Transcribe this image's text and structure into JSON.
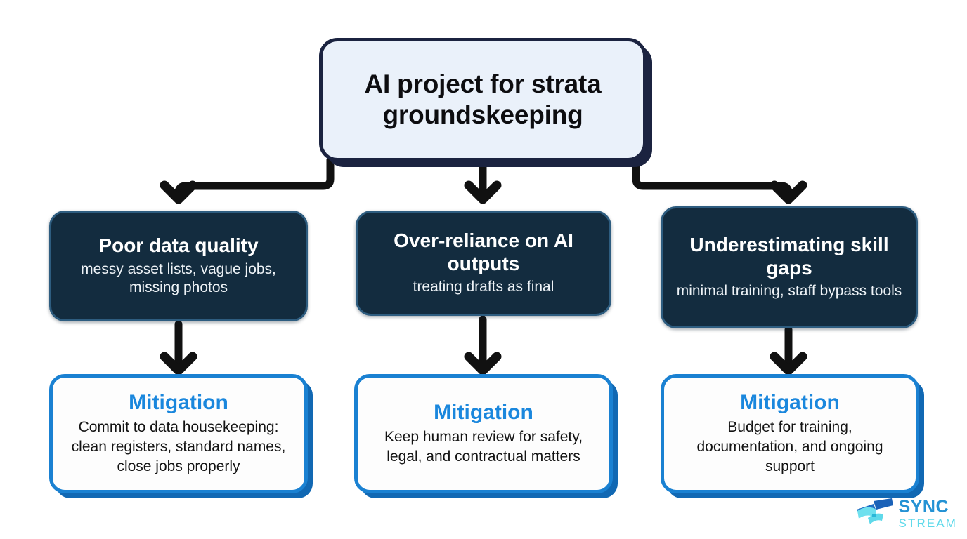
{
  "diagram": {
    "type": "flowchart",
    "title": "AI project for strata groundskeeping",
    "root": {
      "label": "AI project for strata groundskeeping"
    },
    "columns": [
      {
        "risk": {
          "title": "Poor data quality",
          "subtitle": "messy asset lists, vague jobs, missing photos"
        },
        "mitigation": {
          "title": "Mitigation",
          "body": "Commit to data housekeeping: clean registers, standard names, close jobs properly"
        }
      },
      {
        "risk": {
          "title": "Over-reliance on AI outputs",
          "subtitle": "treating drafts as final"
        },
        "mitigation": {
          "title": "Mitigation",
          "body": "Keep human review for safety, legal, and contractual matters"
        }
      },
      {
        "risk": {
          "title": "Underestimating skill gaps",
          "subtitle": "minimal training, staff bypass tools"
        },
        "mitigation": {
          "title": "Mitigation",
          "body": "Budget for training, documentation, and ongoing support"
        }
      }
    ]
  },
  "logo": {
    "primary": "SYNC",
    "secondary": "STREAM",
    "mark": "syncstream-swoosh-icon"
  },
  "colors": {
    "background": "#ffffff",
    "root_fill": "#eaf1fa",
    "root_border": "#1b2340",
    "risk_fill": "#132c3f",
    "risk_border": "#2e5d80",
    "mitigation_fill": "#fdfdfd",
    "mitigation_border": "#1a81d2",
    "mitigation_shadow": "#1168b3",
    "mitigation_accent": "#1a87dd",
    "connector": "#111111",
    "logo_primary": "#2492d4",
    "logo_secondary": "#5fd9ea"
  }
}
